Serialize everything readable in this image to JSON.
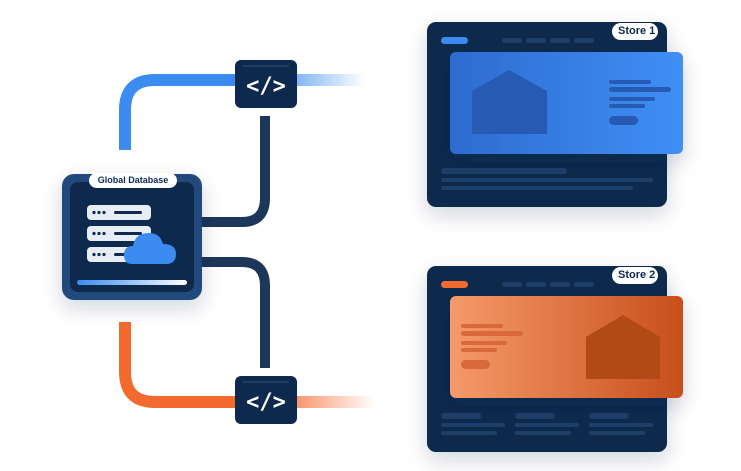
{
  "database": {
    "label": "Global Database"
  },
  "stores": [
    {
      "label": "Store 1",
      "theme": "blue",
      "accent": "#3b8bf0"
    },
    {
      "label": "Store 2",
      "theme": "orange",
      "accent": "#f26a2e"
    }
  ],
  "connectors": [
    {
      "glyph": "</>",
      "color": "#3b8bf0"
    },
    {
      "glyph": "</>",
      "color": "#f26a2e"
    }
  ],
  "colors": {
    "navy": "#0d2a4e",
    "navy_panel": "#163a66",
    "line": "#1c3759",
    "blue": "#3b8bf0",
    "orange": "#f26a2e",
    "cloud": "#3b8bf0"
  }
}
